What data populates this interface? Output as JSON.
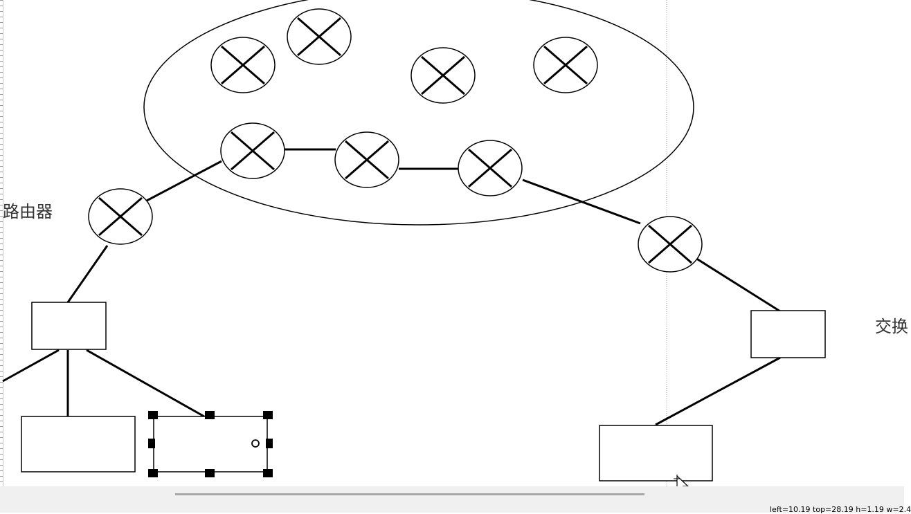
{
  "labels": {
    "router": "路由器",
    "switch": "交换"
  },
  "status_bar": {
    "text": "left=10.19 top=28.19 h=1.19 w=2.4"
  },
  "colors": {
    "stroke": "#000000",
    "guide": "#9a9a9a",
    "status_bg": "#f0f0f0"
  },
  "icons": {
    "router": "router-x-circle-icon",
    "cursor": "move-cursor-icon"
  }
}
